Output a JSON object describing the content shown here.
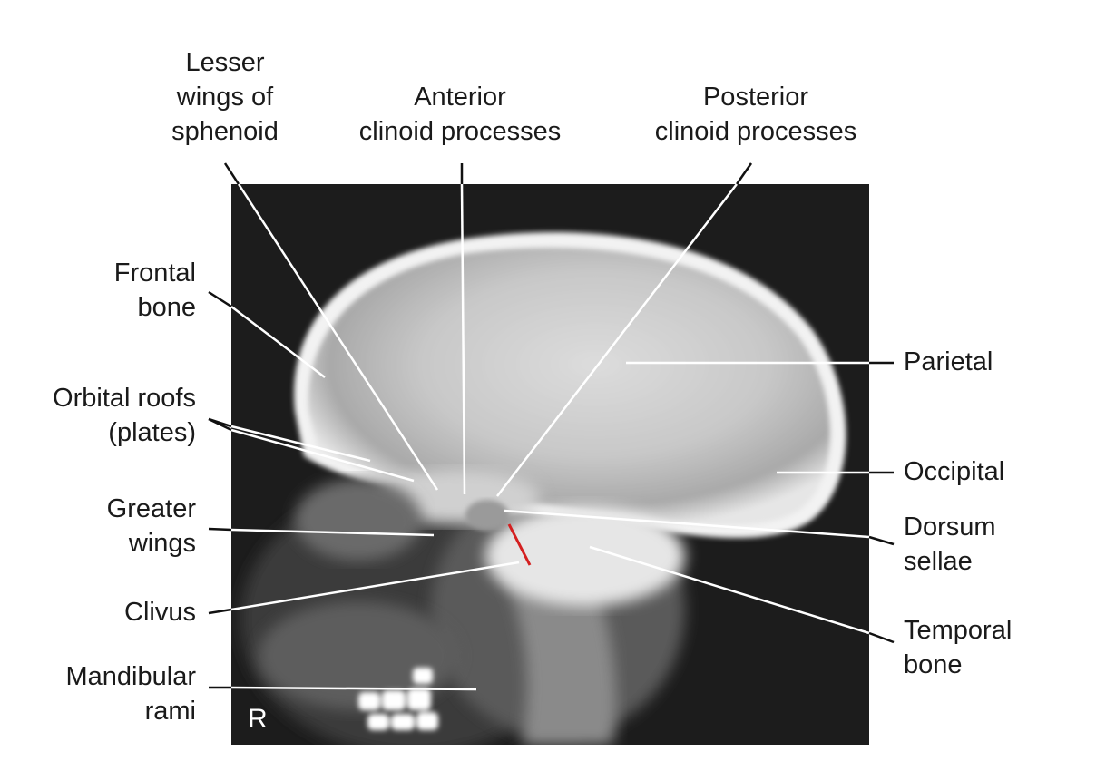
{
  "labels": {
    "lesser_wings": "Lesser\nwings of\nsphenoid",
    "anterior_clinoid": "Anterior\nclinoid processes",
    "posterior_clinoid": "Posterior\nclinoid processes",
    "frontal_bone": "Frontal\nbone",
    "orbital_roofs": "Orbital roofs\n(plates)",
    "greater_wings": "Greater\nwings",
    "clivus": "Clivus",
    "mandibular_rami": "Mandibular\nrami",
    "parietal": "Parietal",
    "occipital": "Occipital",
    "dorsum_sellae": "Dorsum\nsellae",
    "temporal_bone": "Temporal\nbone"
  },
  "marker": "R",
  "colors": {
    "leader_line": "#111111",
    "leader_line_on_xray": "#ffffff",
    "clivus_highlight": "#d42020",
    "xray_background": "#1c1c1c"
  }
}
